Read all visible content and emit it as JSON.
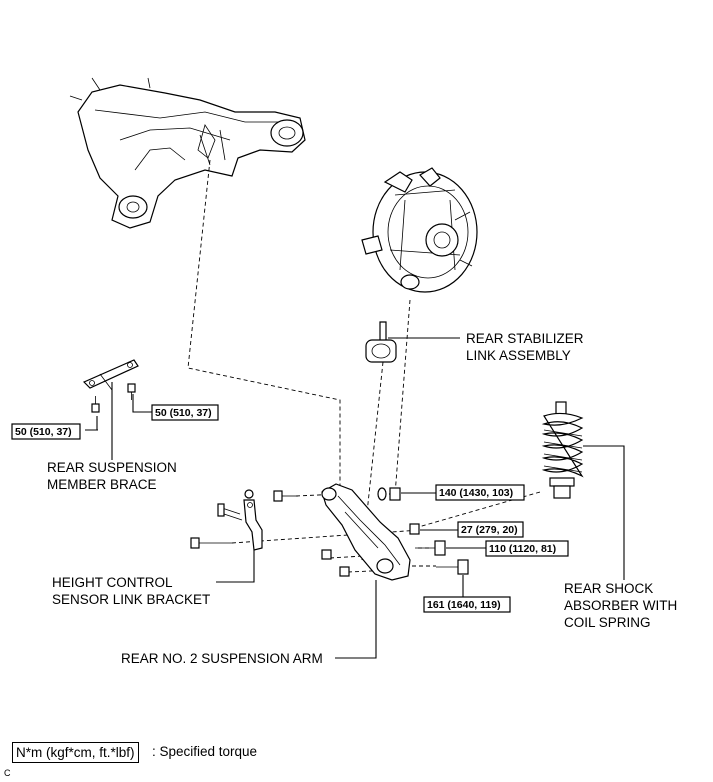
{
  "labels": {
    "rear_stabilizer_link_line1": "REAR STABILIZER",
    "rear_stabilizer_link_line2": "LINK ASSEMBLY",
    "rear_suspension_brace_line1": "REAR SUSPENSION",
    "rear_suspension_brace_line2": "MEMBER BRACE",
    "height_control_line1": "HEIGHT CONTROL",
    "height_control_line2": "SENSOR LINK BRACKET",
    "rear_shock_line1": "REAR SHOCK",
    "rear_shock_line2": "ABSORBER WITH",
    "rear_shock_line3": "COIL SPRING",
    "rear_no2_arm": "REAR NO. 2 SUSPENSION ARM"
  },
  "torques": {
    "brace_left": "50 (510, 37)",
    "brace_right": "50 (510, 37)",
    "arm_nut": "140 (1430, 103)",
    "shock_nut": "27 (279, 20)",
    "arm_bolt_mid": "110 (1120, 81)",
    "arm_bolt_low": "161 (1640, 119)"
  },
  "legend": {
    "unit_box": "N*m (kgf*cm, ft.*lbf)",
    "description": ": Specified torque"
  },
  "figure_code": "C"
}
